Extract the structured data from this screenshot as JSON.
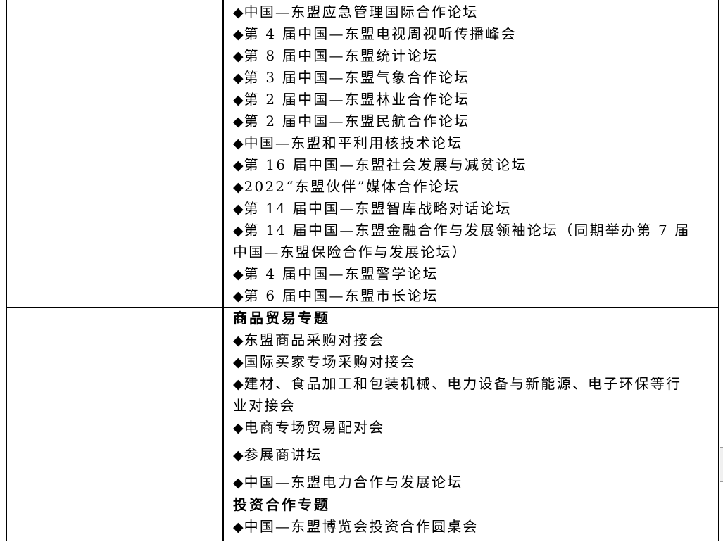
{
  "bullet_glyph": "◆",
  "section_top": {
    "items": [
      {
        "text": "中国—东盟应急管理国际合作论坛"
      },
      {
        "text": "第 4 届中国—东盟电视周视听传播峰会"
      },
      {
        "text": "第 8 届中国—东盟统计论坛"
      },
      {
        "text": "第 3 届中国—东盟气象合作论坛"
      },
      {
        "text": "第 2 届中国—东盟林业合作论坛"
      },
      {
        "text": "第 2 届中国—东盟民航合作论坛"
      },
      {
        "text": "中国—东盟和平利用核技术论坛"
      },
      {
        "text": "第 16 届中国—东盟社会发展与减贫论坛"
      },
      {
        "text": "2022“东盟伙伴”媒体合作论坛"
      },
      {
        "text": "第 14 届中国—东盟智库战略对话论坛"
      },
      {
        "text": "第 14 届中国—东盟金融合作与发展领袖论坛（同期举办第 7 届",
        "continuation": "中国—东盟保险合作与发展论坛）"
      },
      {
        "text": "第 4 届中国—东盟警学论坛"
      },
      {
        "text": "第 6 届中国—东盟市长论坛"
      }
    ]
  },
  "section_bottom": {
    "heading_trade": "商品贸易专题",
    "trade_items": [
      {
        "text": "东盟商品采购对接会"
      },
      {
        "text": "国际买家专场采购对接会"
      },
      {
        "text": "建材、食品加工和包装机械、电力设备与新能源、电子环保等行",
        "continuation": "业对接会"
      },
      {
        "text": "电商专场贸易配对会"
      },
      {
        "text": "参展商讲坛"
      },
      {
        "text": "中国—东盟电力合作与发展论坛"
      }
    ],
    "heading_investment": "投资合作专题",
    "investment_items": [
      {
        "text": "中国—东盟博览会投资合作圆桌会"
      }
    ]
  }
}
